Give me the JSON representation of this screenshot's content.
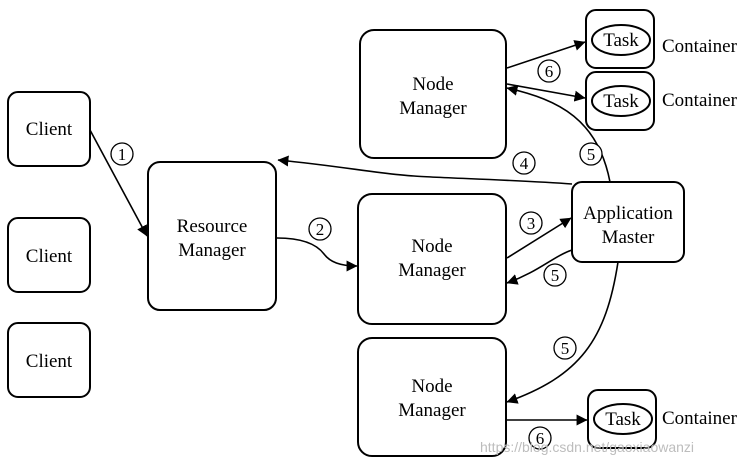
{
  "nodes": {
    "client_1": "Client",
    "client_2": "Client",
    "client_3": "Client",
    "resource_manager": [
      "Resource",
      "Manager"
    ],
    "node_manager_top": [
      "Node",
      "Manager"
    ],
    "node_manager_mid": [
      "Node",
      "Manager"
    ],
    "node_manager_bottom": [
      "Node",
      "Manager"
    ],
    "application_master": [
      "Application",
      "Master"
    ]
  },
  "containers": [
    {
      "task": "Task",
      "label": "Container"
    },
    {
      "task": "Task",
      "label": "Container"
    },
    {
      "task": "Task",
      "label": "Container"
    }
  ],
  "steps": {
    "s1": "1",
    "s2": "2",
    "s3": "3",
    "s4": "4",
    "s5_top": "5",
    "s5_mid": "5",
    "s5_bottom": "5",
    "s6_top": "6",
    "s6_bottom": "6"
  },
  "watermark": "https://blog.csdn.net/gaoxiaowanzi"
}
